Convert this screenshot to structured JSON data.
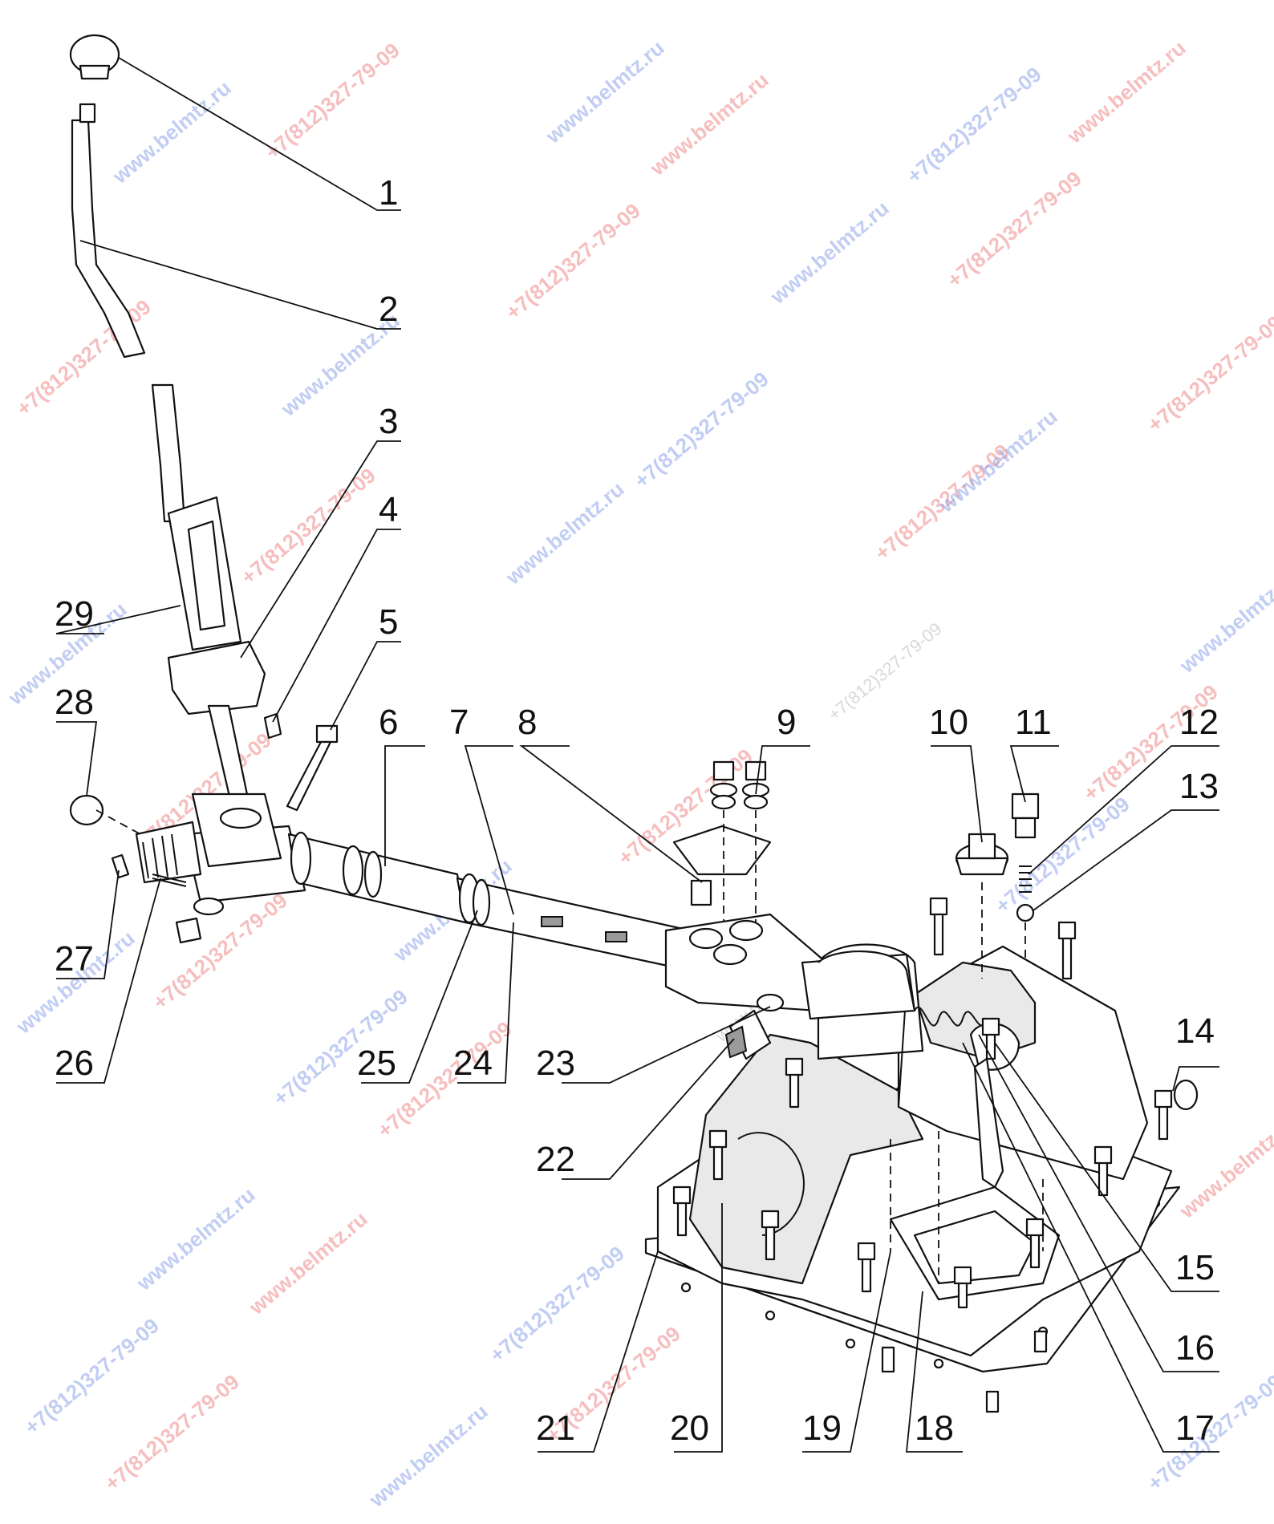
{
  "labels": {
    "l1": "1",
    "l2": "2",
    "l3": "3",
    "l4": "4",
    "l5": "5",
    "l6": "6",
    "l7": "7",
    "l8": "8",
    "l9": "9",
    "l10": "10",
    "l11": "11",
    "l12": "12",
    "l13": "13",
    "l14": "14",
    "l15": "15",
    "l16": "16",
    "l17": "17",
    "l18": "18",
    "l19": "19",
    "l20": "20",
    "l21": "21",
    "l22": "22",
    "l23": "23",
    "l24": "24",
    "l25": "25",
    "l26": "26",
    "l27": "27",
    "l28": "28",
    "l29": "29"
  },
  "watermark": {
    "site": "www.belmtz.ru",
    "phone": "+7(812)327-79-09"
  }
}
